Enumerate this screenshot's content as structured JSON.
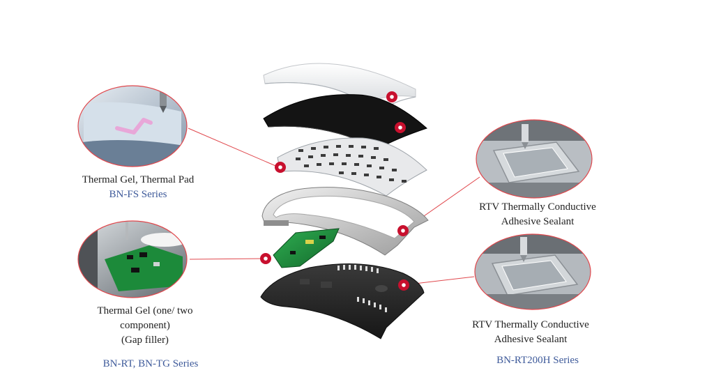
{
  "labels": {
    "fs": {
      "name": "Thermal Gel, Thermal Pad",
      "series": "BN-FS Series"
    },
    "rt": {
      "name_line1": "Thermal Gel (one/ two",
      "name_line2": "component)",
      "name_line3": "(Gap filler)",
      "series": "BN-RT, BN-TG Series"
    },
    "rtv1": {
      "name_line1": "RTV Thermally Conductive",
      "name_line2": "Adhesive Sealant"
    },
    "rtv2": {
      "name_line1": "RTV Thermally Conductive",
      "name_line2": "Adhesive Sealant",
      "series": "BN-RT200H Series"
    }
  },
  "colors": {
    "leader_line": "#e0474c",
    "marker": "#c8102e",
    "series_text": "#3e5a9a",
    "panel_black": "#141414",
    "back_cover": "#2a2a2a",
    "pcb_green": "#1f8a3c"
  },
  "layers": [
    "protective-film",
    "display-panel",
    "led-backplane",
    "middle-frame",
    "pcb-board",
    "back-cover"
  ],
  "photos": [
    "thermal-gel-dispensing-photo",
    "pcb-gap-filler-photo",
    "rtv-dispensing-photo-1",
    "rtv-dispensing-photo-2"
  ]
}
